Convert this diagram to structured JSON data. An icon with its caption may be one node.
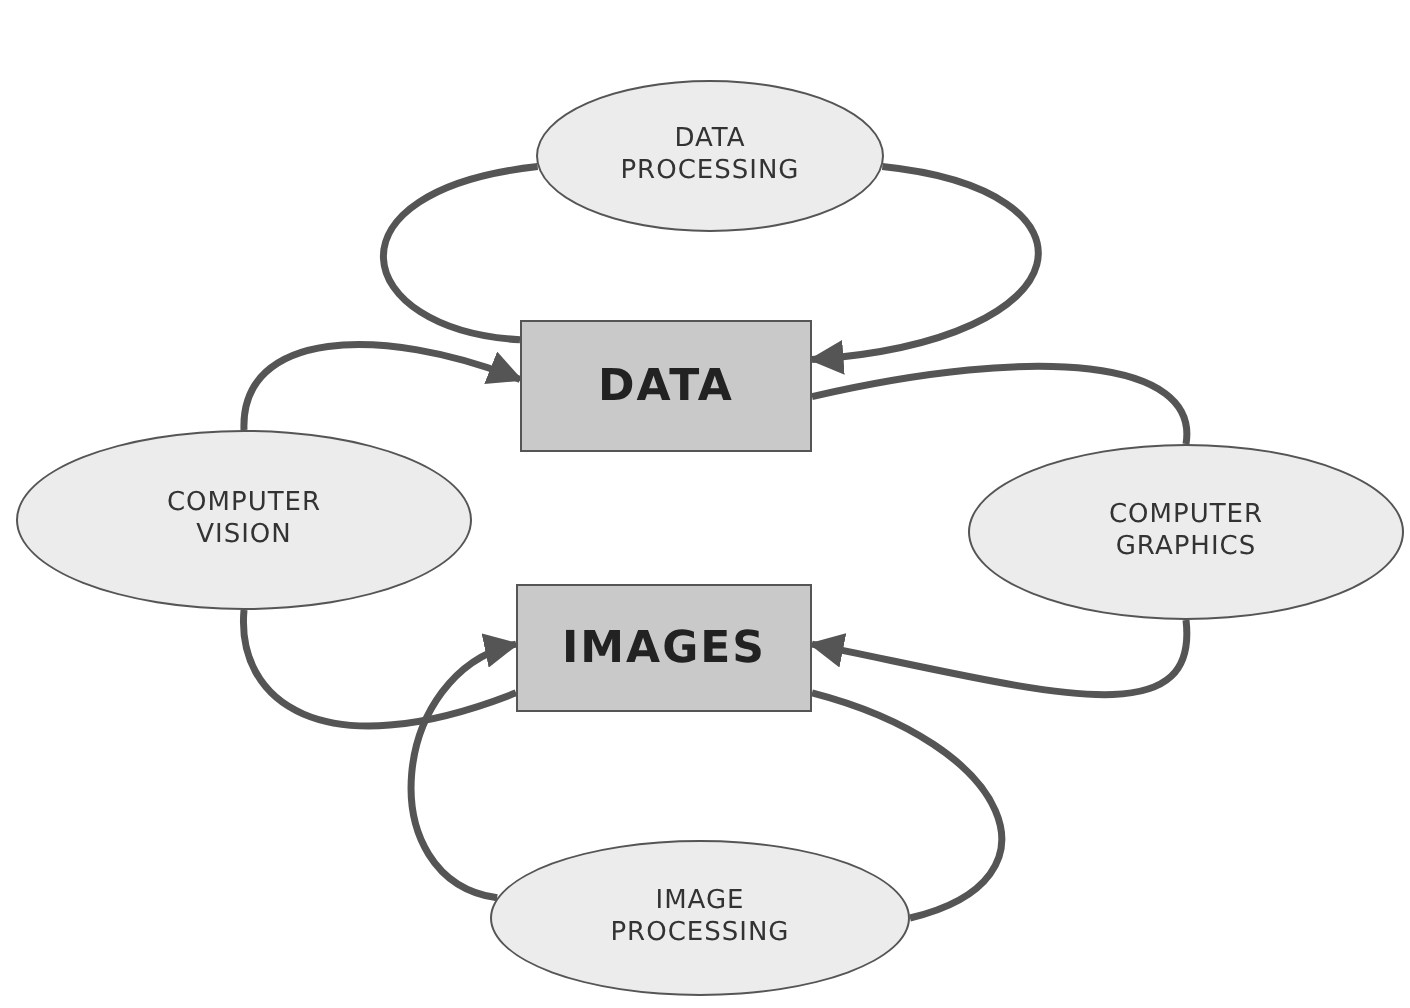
{
  "diagram": {
    "nodes": [
      {
        "text": [
          "DATA PROCESSING"
        ]
      },
      {
        "text": [
          "DATA"
        ]
      },
      {
        "text": [
          "COMPUTER VISION"
        ]
      },
      {
        "text": [
          "COMPUTER GRAPHICS"
        ]
      },
      {
        "text": [
          "IMAGES"
        ]
      },
      {
        "text": [
          "IMAGE PROCESSING"
        ]
      }
    ],
    "edges": [
      {
        "from": 1,
        "to": 0,
        "arrow": "none"
      },
      {
        "from": 0,
        "to": 1,
        "arrow": "to"
      },
      {
        "from": 4,
        "to": 2,
        "arrow": "none"
      },
      {
        "from": 2,
        "to": 1,
        "arrow": "to"
      },
      {
        "from": 1,
        "to": 3,
        "arrow": "none"
      },
      {
        "from": 3,
        "to": 4,
        "arrow": "to"
      },
      {
        "from": 4,
        "to": 5,
        "arrow": "none"
      },
      {
        "from": 5,
        "to": 4,
        "arrow": "to"
      }
    ]
  }
}
